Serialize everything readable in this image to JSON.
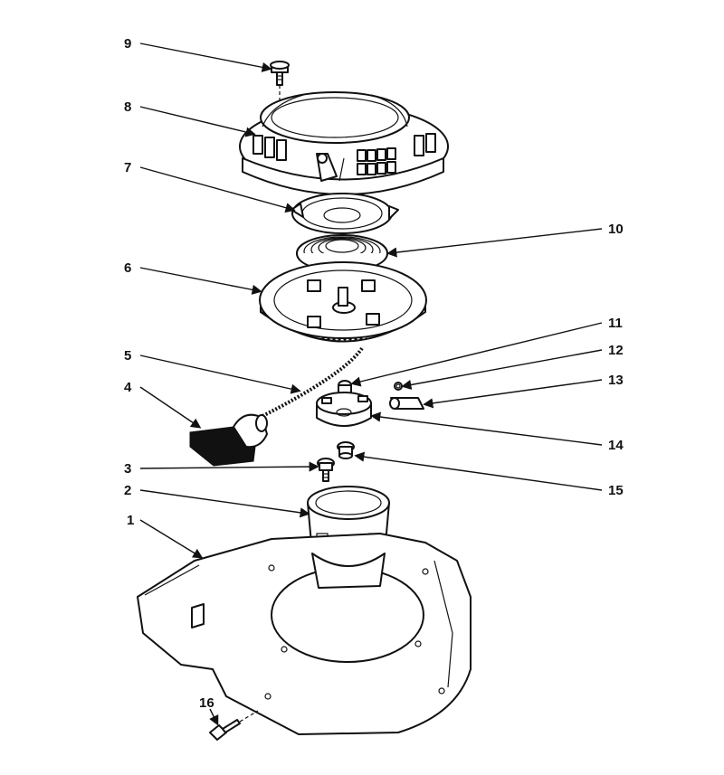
{
  "callouts": {
    "c1": "1",
    "c2": "2",
    "c3": "3",
    "c4": "4",
    "c5": "5",
    "c6": "6",
    "c7": "7",
    "c8": "8",
    "c9": "9",
    "c10": "10",
    "c11": "11",
    "c12": "12",
    "c13": "13",
    "c14": "14",
    "c15": "15",
    "c16": "16"
  },
  "colors": {
    "ink": "#111111",
    "paper": "#ffffff"
  }
}
